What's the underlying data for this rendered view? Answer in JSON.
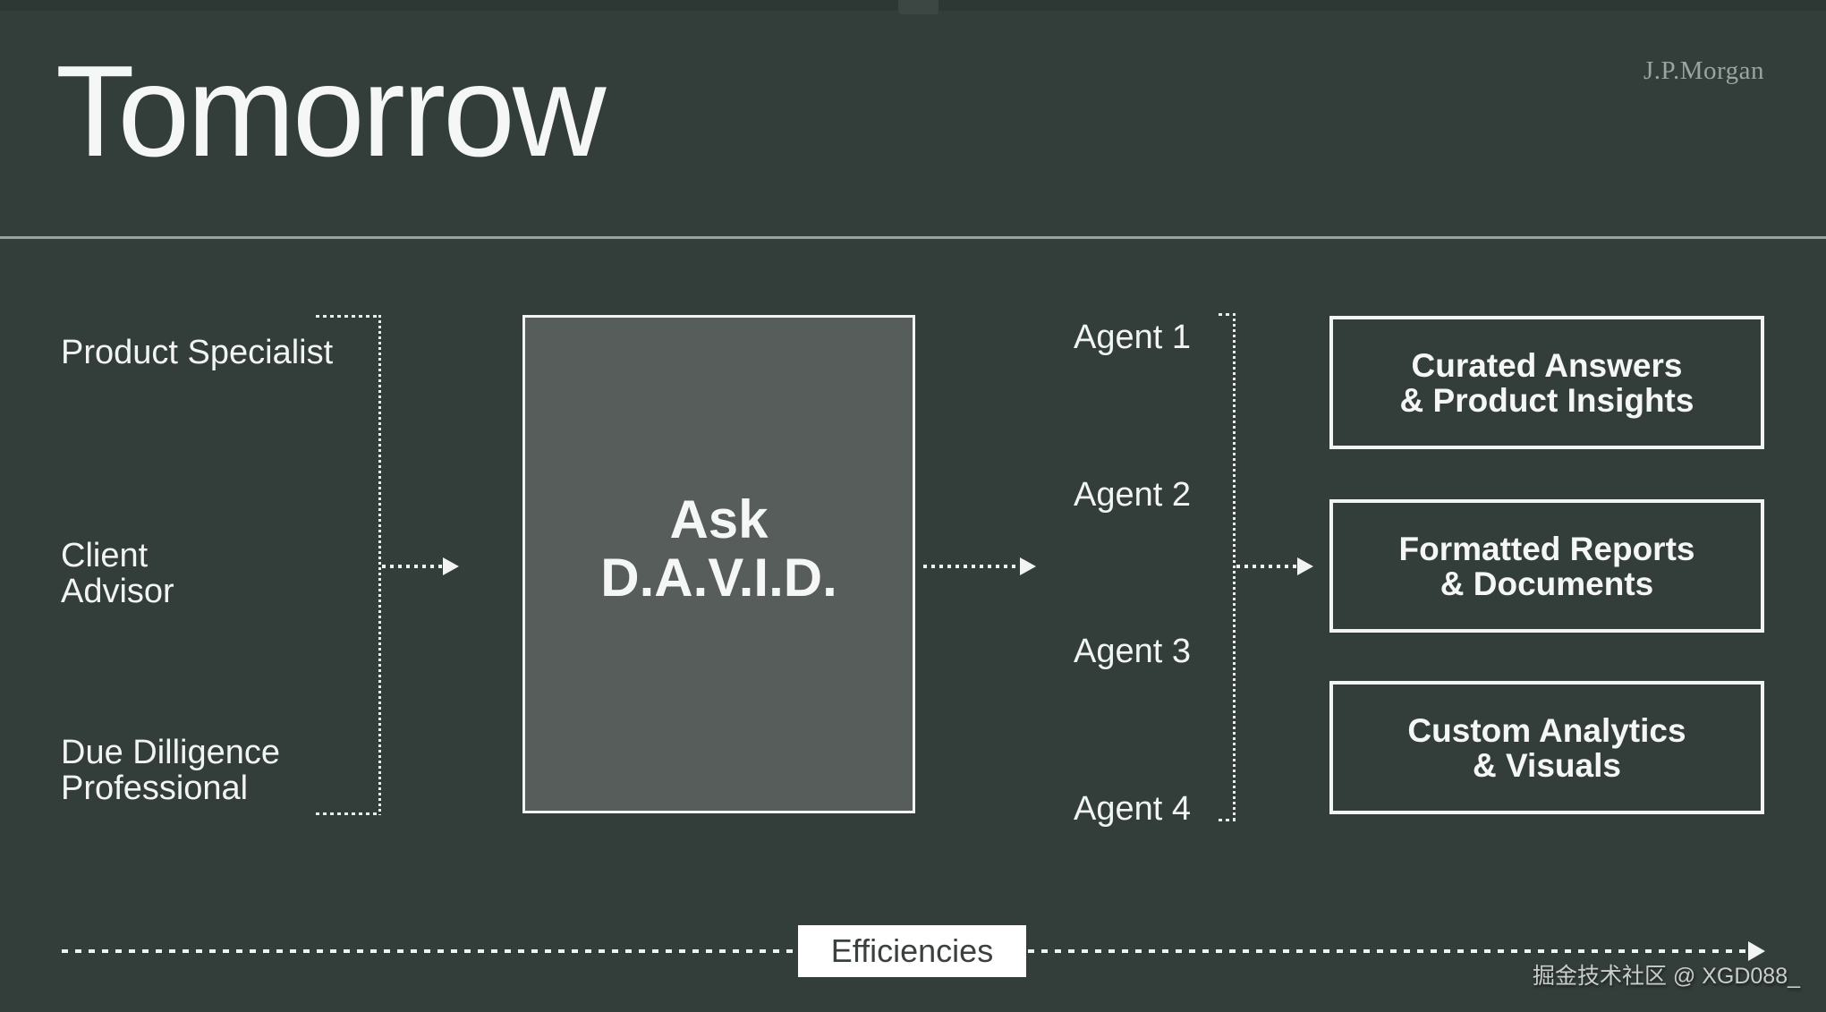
{
  "slide": {
    "title": "Tomorrow",
    "brand": "J.P.Morgan",
    "watermark": "掘金技术社区 @ XGD088_"
  },
  "roles": [
    {
      "lines": [
        "Product Specialist",
        ""
      ]
    },
    {
      "lines": [
        "Client",
        "Advisor"
      ]
    },
    {
      "lines": [
        "Due Dilligence",
        "Professional"
      ]
    }
  ],
  "center_box": {
    "lines": [
      "Ask",
      "D.A.V.I.D."
    ]
  },
  "agents": [
    "Agent 1",
    "Agent 2",
    "Agent 3",
    "Agent 4"
  ],
  "outputs": [
    {
      "lines": [
        "Curated Answers",
        "& Product Insights"
      ]
    },
    {
      "lines": [
        "Formatted Reports",
        "& Documents"
      ]
    },
    {
      "lines": [
        "Custom Analytics",
        "& Visuals"
      ]
    }
  ],
  "bottom": {
    "label": "Efficiencies"
  },
  "colors": {
    "background": "#333d3a",
    "center_box_fill": "#565d5a",
    "line_white": "#f2f4f3",
    "divider": "#98a29e",
    "brand_text": "#9aa5a1",
    "efficiencies_text": "#3a403e",
    "watermark_text": "#c9cecb"
  }
}
